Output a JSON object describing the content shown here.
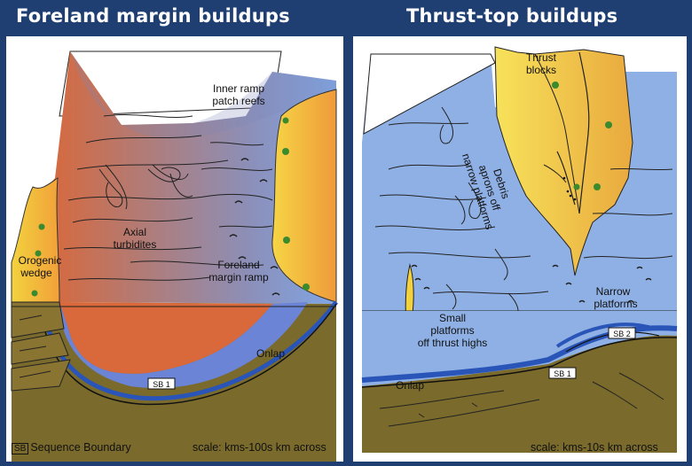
{
  "left_panel": {
    "title": "Foreland margin buildups",
    "labels": {
      "inner_ramp_1": "Inner ramp",
      "inner_ramp_2": "patch reefs",
      "axial_1": "Axial",
      "axial_2": "turbidites",
      "foreland_ramp_1": "Foreland",
      "foreland_ramp_2": "margin ramp",
      "orogenic_1": "Orogenic",
      "orogenic_2": "wedge",
      "onlap": "Onlap",
      "sb1": "SB 1"
    },
    "legend_symbol": "SB",
    "legend_text": "Sequence Boundary",
    "scale": "scale: kms-100s km across"
  },
  "right_panel": {
    "title": "Thrust-top buildups",
    "labels": {
      "thrust_1": "Thrust",
      "thrust_2": "blocks",
      "debris_1": "Debris",
      "debris_2": "aprons off",
      "debris_3": "narrow platforms",
      "narrow_1": "Narrow",
      "narrow_2": "platforms",
      "small_1": "Small",
      "small_2": "platforms",
      "small_3": "off thrust highs",
      "onlap": "Onlap",
      "sb1": "SB 1",
      "sb2": "SB 2"
    },
    "scale": "scale: kms-10s km across"
  },
  "colors": {
    "header_bg": "#1f3f73",
    "basin_blue": "#8fb0e4",
    "ramp_orange": "#d9683a",
    "wedge_yellow": "#f3d23e",
    "substrate_brown": "#7a6a2c",
    "sb_blue": "#3f6fd0"
  }
}
